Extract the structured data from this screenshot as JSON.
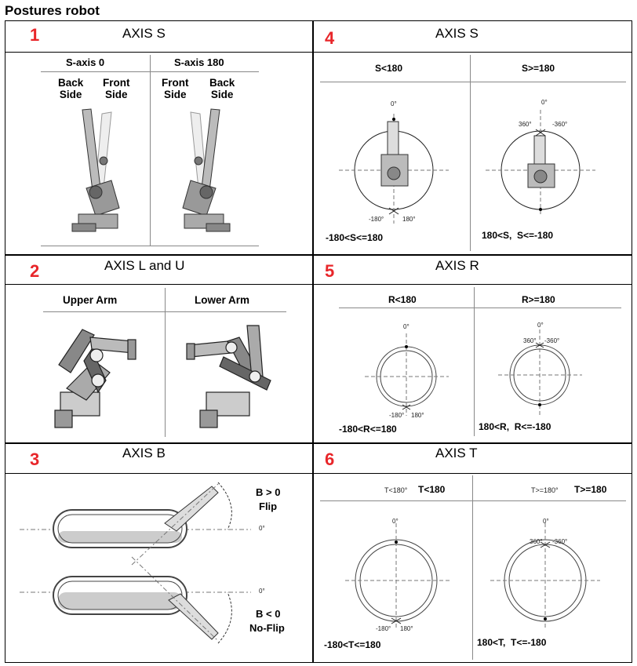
{
  "title": "Postures robot",
  "cells": [
    {
      "num": "1",
      "axis": "AXIS S",
      "col_left": "S-axis 0",
      "col_right": "S-axis 180",
      "left_back": "Back\nSide",
      "left_front": "Front\nSide",
      "right_front": "Front\nSide",
      "right_back": "Back\nSide"
    },
    {
      "num": "2",
      "axis": "AXIS L and U",
      "col_left": "Upper Arm",
      "col_right": "Lower Arm"
    },
    {
      "num": "3",
      "axis": "AXIS B",
      "flip_top": "B > 0",
      "flip_top2": "Flip",
      "flip_bot": "B < 0",
      "flip_bot2": "No-Flip",
      "zero": "0°"
    },
    {
      "num": "4",
      "axis": "AXIS S",
      "col_left": "S<180",
      "col_right": "S>=180",
      "range_left": "-180<S<=180",
      "range_right": "180<S,  S<=-180",
      "zero": "0°",
      "m180": "-180°",
      "p180": "180°",
      "p360": "360°",
      "m360": "-360°"
    },
    {
      "num": "5",
      "axis": "AXIS R",
      "col_left": "R<180",
      "col_right": "R>=180",
      "range_left": "-180<R<=180",
      "range_right": "180<R,  R<=-180",
      "zero": "0°",
      "m180": "-180°",
      "p180": "180°",
      "p360": "360°",
      "m360": "-360°"
    },
    {
      "num": "6",
      "axis": "AXIS T",
      "col_left": "T<180",
      "col_right": "T>=180",
      "col_left_small": "T<180°",
      "col_right_small": "T>=180°",
      "range_left": "-180<T<=180",
      "range_right": "180<T,  T<=-180",
      "zero": "0°",
      "m180": "-180°",
      "p180": "180°",
      "p360": "360°",
      "m360": "-360°"
    }
  ]
}
